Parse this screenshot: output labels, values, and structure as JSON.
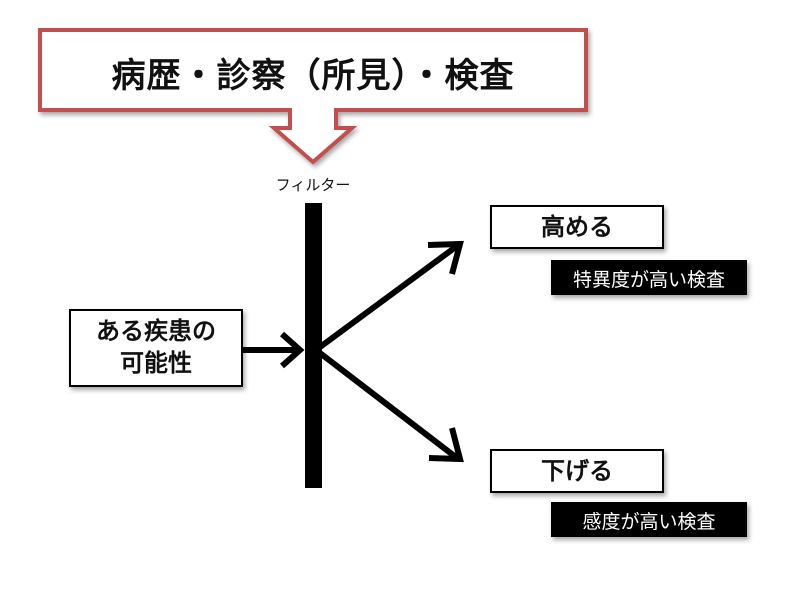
{
  "title": "病歴・診察（所見）・検査",
  "filter_label": "フィルター",
  "disease": {
    "line1": "ある疾患の",
    "line2": "可能性"
  },
  "raise": {
    "label": "高める",
    "test": "特異度が高い検査"
  },
  "lower": {
    "label": "下げる",
    "test": "感度が高い検査"
  },
  "colors": {
    "title_border": "#c0504d",
    "line": "#000000",
    "label_bg": "#000000"
  }
}
